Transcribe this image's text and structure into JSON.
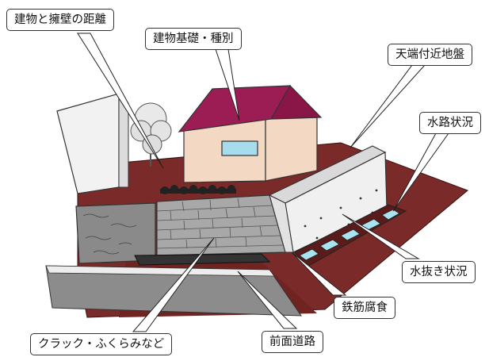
{
  "colors": {
    "ground": "#7a2a28",
    "roof": "#9c1c54",
    "house_wall": "#f3d8c4",
    "house_window": "#a7dcec",
    "retaining_wall": "#f0f0f0",
    "stone_wall": "#a8a8a8",
    "road": "#8c8c8c",
    "drain_water": "#a9e3ef"
  },
  "labels": {
    "building_distance": "建物と擁壁の距離",
    "building_foundation": "建物基礎・種別",
    "top_ground": "天端付近地盤",
    "channel_status": "水路状況",
    "weep_hole_status": "水抜き状況",
    "rebar_corrosion": "鉄筋腐食",
    "front_road": "前面道路",
    "cracks_bulges": "クラック・ふくらみなど"
  }
}
